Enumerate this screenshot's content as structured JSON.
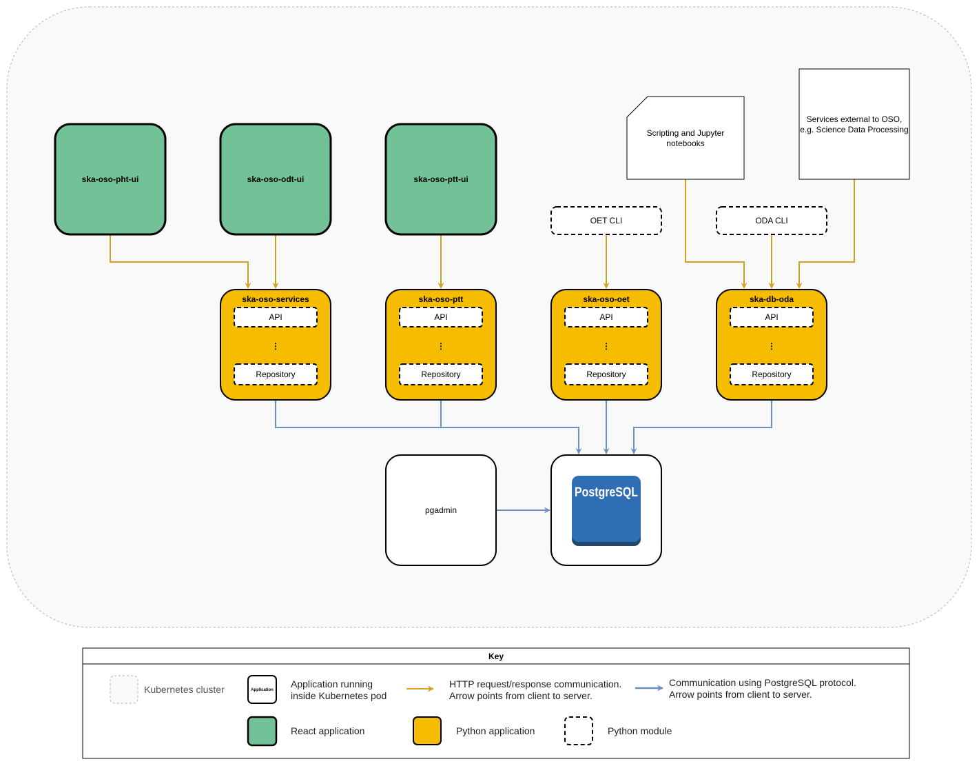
{
  "colors": {
    "cluster_fill": "#f9f9f9",
    "cluster_stroke": "#b3b3b3",
    "react_fill": "#73c196",
    "python_fill": "#f5bc00",
    "http_arrow": "#d6a01e",
    "postgres_arrow": "#6c8ebf",
    "postgres_logo": "#336791",
    "postgres_logo_dark": "#22466b"
  },
  "ui_apps": {
    "pht": "ska-oso-pht-ui",
    "odt": "ska-oso-odt-ui",
    "ptt": "ska-oso-ptt-ui"
  },
  "services": {
    "services": {
      "title": "ska-oso-services",
      "api": "API",
      "repo": "Repository",
      "dots": "⋮"
    },
    "ptt": {
      "title": "ska-oso-ptt",
      "api": "API",
      "repo": "Repository",
      "dots": "⋮"
    },
    "oet": {
      "title": "ska-oso-oet",
      "api": "API",
      "repo": "Repository",
      "dots": "⋮"
    },
    "oda": {
      "title": "ska-db-oda",
      "api": "API",
      "repo": "Repository",
      "dots": "⋮"
    }
  },
  "clis": {
    "oet": "OET CLI",
    "oda": "ODA CLI"
  },
  "external": {
    "scripting": [
      "Scripting and Jupyter",
      "notebooks"
    ],
    "services": [
      "Services external to OSO,",
      "e.g. Science Data Processing"
    ]
  },
  "database": {
    "pgadmin": "pgadmin",
    "postgres_logo": "PostgreSQL"
  },
  "key": {
    "title": "Key",
    "cluster": "Kubernetes cluster",
    "app_icon": "Application",
    "app": [
      "Application running",
      "inside Kubernetes pod"
    ],
    "http": [
      "HTTP request/response communication.",
      "Arrow points from client to server."
    ],
    "pg": [
      "Communication using PostgreSQL protocol.",
      "Arrow points from client to server."
    ],
    "react": "React application",
    "python_app": "Python application",
    "python_module": "Python module"
  }
}
